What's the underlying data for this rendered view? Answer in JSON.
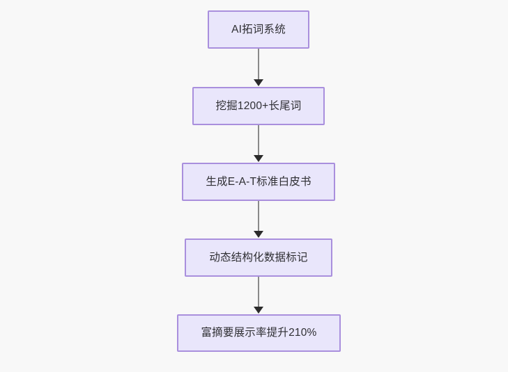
{
  "diagram": {
    "type": "flowchart",
    "direction": "top-to-bottom",
    "background_color": "#f8f8f8",
    "node_fill_color": "#e9e6fb",
    "node_border_color": "#a98fdd",
    "node_text_color": "#2f2f33",
    "edge_line_color": "#8a8a8a",
    "edge_arrow_color": "#2b2b2b",
    "nodes": [
      {
        "id": "n1",
        "label": "AI拓词系统"
      },
      {
        "id": "n2",
        "label": "挖掘1200+长尾词"
      },
      {
        "id": "n3",
        "label": "生成E-A-T标准白皮书"
      },
      {
        "id": "n4",
        "label": "动态结构化数据标记"
      },
      {
        "id": "n5",
        "label": "富摘要展示率提升210%"
      }
    ],
    "edges": [
      {
        "id": "e1",
        "from": "n1",
        "to": "n2",
        "label": ""
      },
      {
        "id": "e2",
        "from": "n2",
        "to": "n3",
        "label": ""
      },
      {
        "id": "e3",
        "from": "n3",
        "to": "n4",
        "label": ""
      },
      {
        "id": "e4",
        "from": "n4",
        "to": "n5",
        "label": ""
      }
    ]
  }
}
